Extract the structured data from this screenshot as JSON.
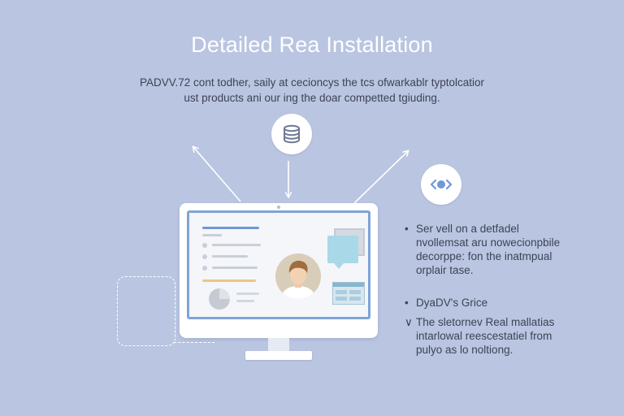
{
  "title": "Detailed Rea Installation",
  "intro": {
    "line1": "PADVV.72 cont todher, saily at cecioncys the tcs ofwarkablr typtolcatior",
    "line2": "ust products ani our ing the doar competted tgiuding."
  },
  "icons": {
    "top": "database-icon",
    "right": "eye-icon",
    "center": "user-avatar"
  },
  "notes": [
    {
      "bullet": "•",
      "lines": [
        "Ser vell on a detfadel",
        "nvollemsat aru nowecionpbile",
        "decorppe: fon the inatmpual",
        "orplair tase."
      ]
    },
    {
      "bullet": "•",
      "lines": [
        "DyaDV's Grice"
      ]
    },
    {
      "bullet": "∨",
      "lines": [
        "The sletornev Real mallatias",
        "intarlowal reescestatiel from",
        "pulyo as lo noltiong."
      ]
    }
  ],
  "colors": {
    "background": "#b9c5e1",
    "screen_border": "#7ea4d6",
    "accent_blue": "#6f98d4",
    "accent_gold": "#e8c884",
    "chat_bubble": "#a9d9e8"
  }
}
